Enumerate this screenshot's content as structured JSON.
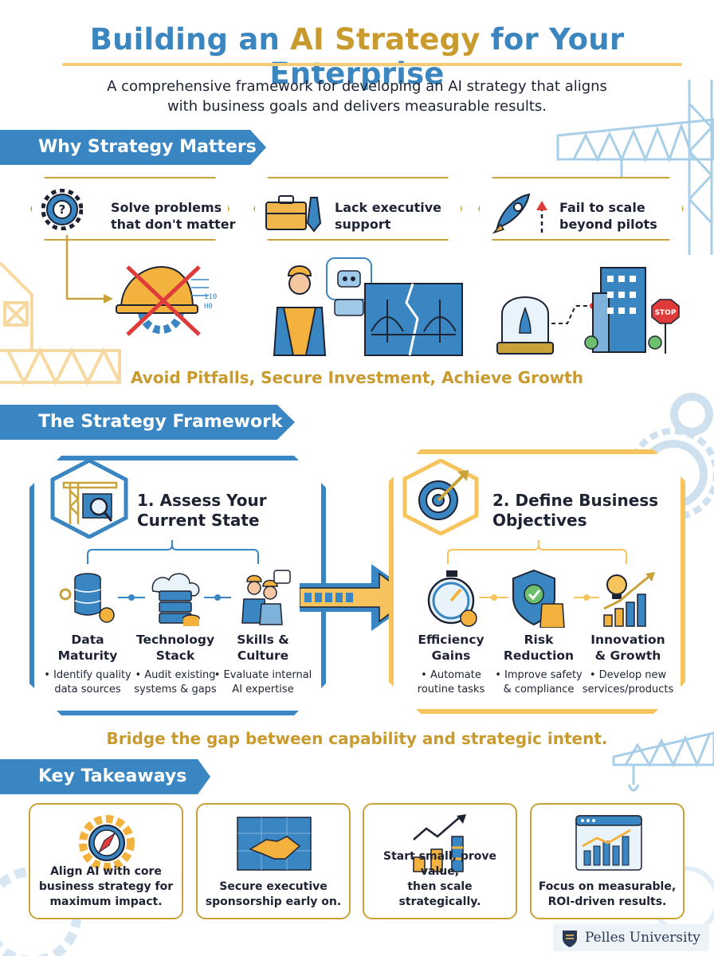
{
  "header": {
    "title_pre": "Building an ",
    "title_accent": "AI Strategy",
    "title_post": " for Your Enterprise",
    "subtitle_line1": "A comprehensive framework for developing an AI strategy that aligns",
    "subtitle_line2": "with business goals and delivers measurable results."
  },
  "why": {
    "banner": "Why Strategy Matters",
    "cards": [
      {
        "line1": "Solve problems",
        "line2": "that don't matter",
        "icon": "question-gear-icon"
      },
      {
        "line1": "Lack executive",
        "line2": "support",
        "icon": "briefcase-icon"
      },
      {
        "line1": "Fail to scale",
        "line2": "beyond pilots",
        "icon": "rocket-icon"
      }
    ],
    "illustration_labels": {
      "binary_1": "110",
      "binary_2": "H0",
      "stop_sign": "STOP"
    },
    "tagline": "Avoid Pitfalls, Secure Investment, Achieve Growth"
  },
  "framework": {
    "banner": "The Strategy Framework",
    "assess": {
      "heading_line1": "1. Assess Your",
      "heading_line2": "Current State",
      "items": [
        {
          "title_line1": "Data",
          "title_line2": "Maturity",
          "desc_line1": "• Identify quality",
          "desc_line2": "data sources"
        },
        {
          "title_line1": "Technology",
          "title_line2": "Stack",
          "desc_line1": "• Audit existing",
          "desc_line2": "systems & gaps"
        },
        {
          "title_line1": "Skills &",
          "title_line2": "Culture",
          "desc_line1": "• Evaluate internal",
          "desc_line2": "AI expertise"
        }
      ]
    },
    "define": {
      "heading_line1": "2. Define Business",
      "heading_line2": "Objectives",
      "items": [
        {
          "title_line1": "Efficiency",
          "title_line2": "Gains",
          "desc_line1": "• Automate",
          "desc_line2": "routine tasks"
        },
        {
          "title_line1": "Risk",
          "title_line2": "Reduction",
          "desc_line1": "• Improve safety",
          "desc_line2": "& compliance"
        },
        {
          "title_line1": "Innovation",
          "title_line2": "& Growth",
          "desc_line1": "• Develop new",
          "desc_line2": "services/products"
        }
      ]
    },
    "tagline": "Bridge the gap between capability and strategic intent."
  },
  "takeaways": {
    "banner": "Key Takeaways",
    "cards": [
      {
        "line1": "Align AI with core",
        "line2": "business strategy for",
        "line3": "maximum impact.",
        "icon": "compass-gear-icon"
      },
      {
        "line1": "Secure executive",
        "line2": "sponsorship early on.",
        "line3": "",
        "icon": "handshake-icon"
      },
      {
        "line1": "Start small, prove value,",
        "line2": "then scale strategically.",
        "line3": "",
        "icon": "growth-chart-icon"
      },
      {
        "line1": "Focus on measurable,",
        "line2": "ROI-driven results.",
        "line3": "",
        "icon": "dashboard-icon"
      }
    ]
  },
  "brand": {
    "name": "Pelles University"
  },
  "colors": {
    "blue": "#3a86c2",
    "gold": "#c99a2e",
    "light_gold": "#f6c35c",
    "light_blue": "#a9cfe8"
  }
}
